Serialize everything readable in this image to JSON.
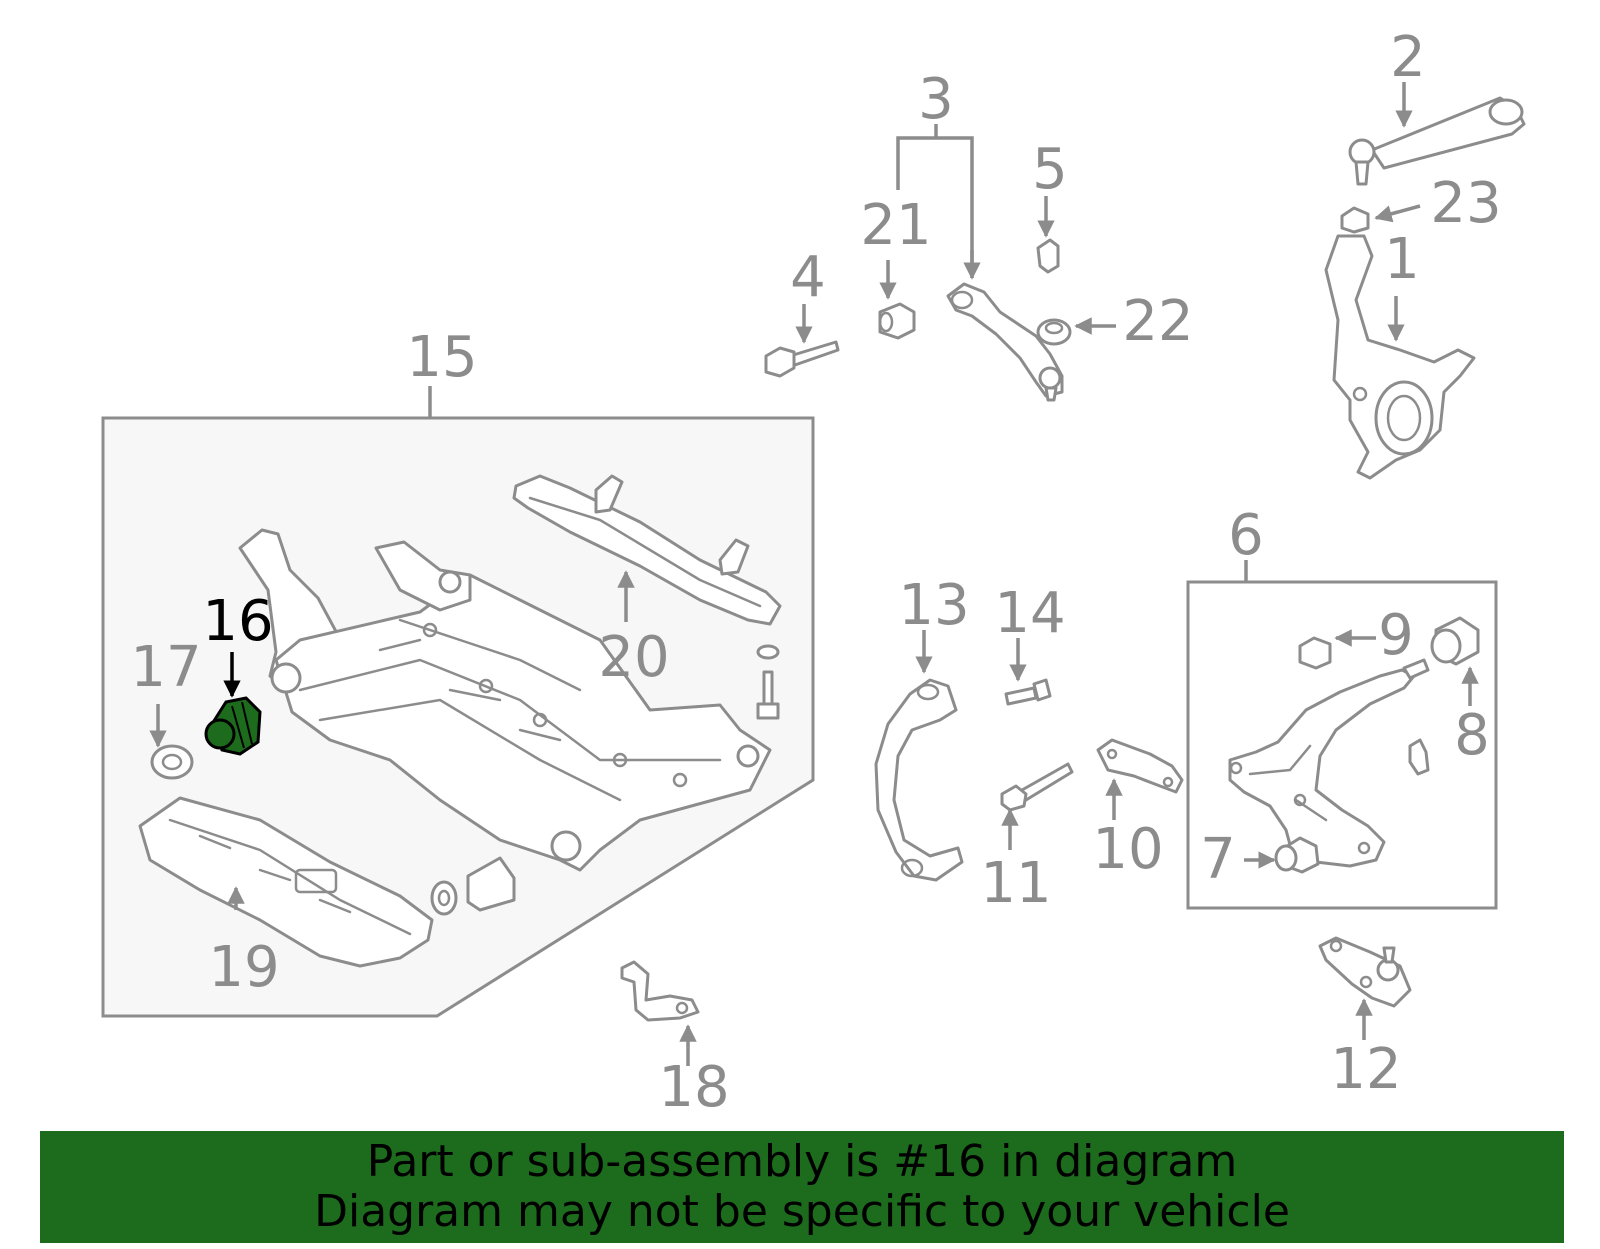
{
  "callouts": {
    "c1": "1",
    "c2": "2",
    "c3": "3",
    "c4": "4",
    "c5": "5",
    "c6": "6",
    "c7": "7",
    "c8": "8",
    "c9": "9",
    "c10": "10",
    "c11": "11",
    "c12": "12",
    "c13": "13",
    "c14": "14",
    "c15": "15",
    "c16": "16",
    "c17": "17",
    "c18": "18",
    "c19": "19",
    "c20": "20",
    "c21": "21",
    "c22": "22",
    "c23": "23"
  },
  "highlighted_part": "16",
  "colors": {
    "highlight": "#1d6b1d",
    "line": "#8c8c8c",
    "panel": "#f7f7f7",
    "banner": "#1d6b1d"
  },
  "banner": {
    "line1": "Part or sub-assembly is #16 in diagram",
    "line2": "Diagram may not be specific to your vehicle"
  }
}
